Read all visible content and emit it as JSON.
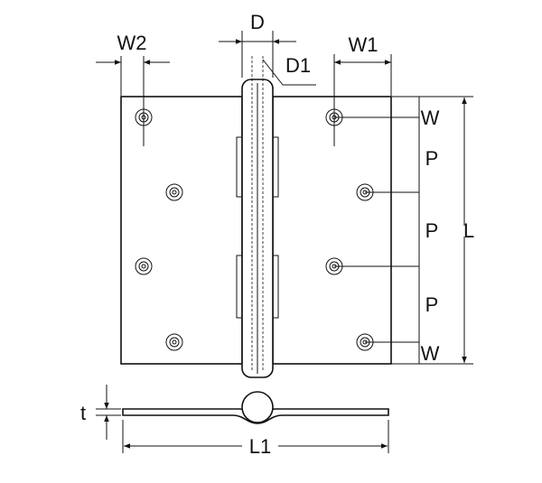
{
  "labels": {
    "D": "D",
    "D1": "D1",
    "W1": "W1",
    "W2": "W2",
    "W_top": "W",
    "P1": "P",
    "P2": "P",
    "P3": "P",
    "W_bottom": "W",
    "L": "L",
    "t": "t",
    "L1": "L1"
  }
}
